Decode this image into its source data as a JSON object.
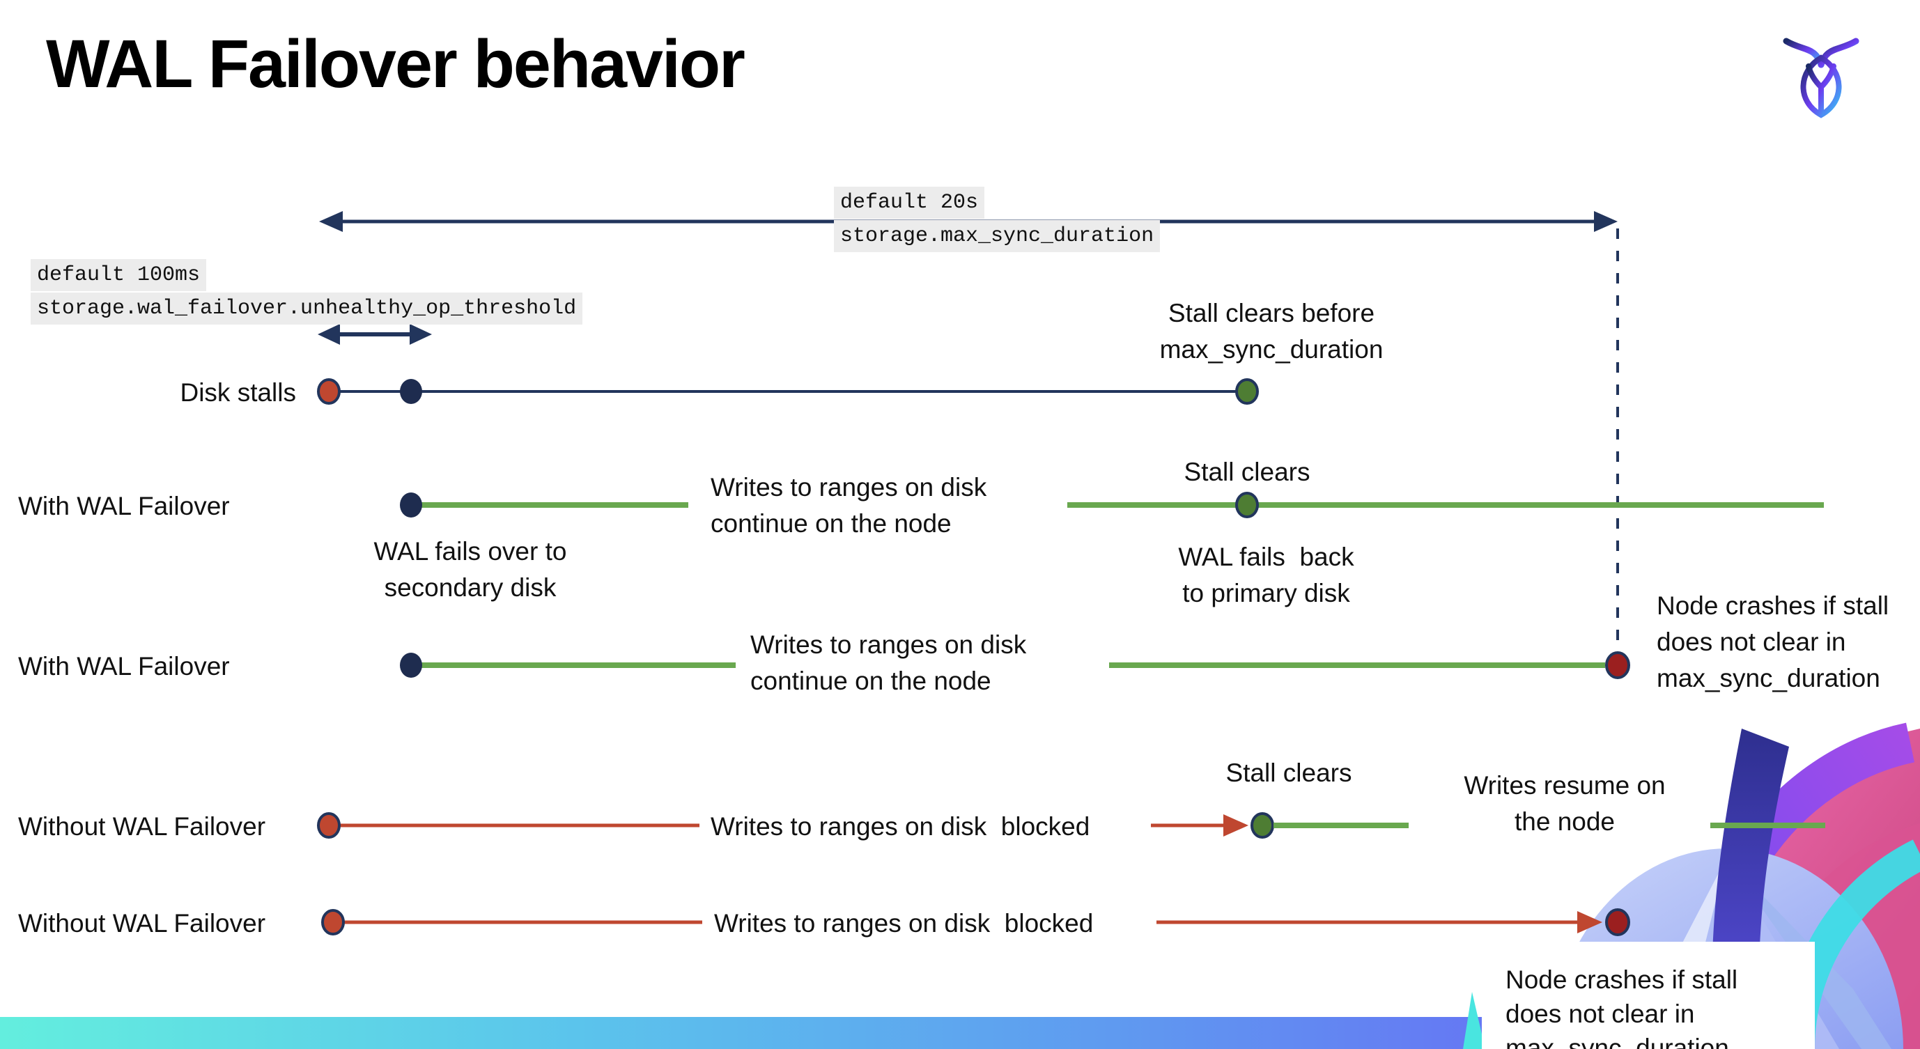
{
  "slide": {
    "title": "WAL Failover behavior"
  },
  "logo": {
    "name": "CockroachDB logo mark"
  },
  "colors": {
    "navy_line": "#22355C",
    "navy_dot": "#1E2C4F",
    "green_line": "#69A84F",
    "green_dot": "#4E7D33",
    "red_line": "#BF4730",
    "stall_dot_red": "#BF4730",
    "crash_dot_dark_red": "#9B1F1F",
    "code_background": "#ECECEC",
    "footer_gradient": [
      "#63EEDE",
      "#5BC4EC",
      "#5F9AF0",
      "#6673F4",
      "#7A57E6"
    ],
    "logo_gradient": [
      "#1B2A66",
      "#6C3DF0",
      "#35C8F5"
    ]
  },
  "annotations": {
    "max_sync_duration": {
      "default_label": "default 20s",
      "setting": "storage.max_sync_duration"
    },
    "unhealthy_op_threshold": {
      "default_label": "default 100ms",
      "setting": "storage.wal_failover.unhealthy_op_threshold"
    }
  },
  "rows": [
    {
      "label": "Disk stalls"
    },
    {
      "label": "With WAL Failover"
    },
    {
      "label": "With WAL Failover"
    },
    {
      "label": "Without WAL Failover"
    },
    {
      "label": "Without WAL Failover"
    }
  ],
  "labels": {
    "stall_clears_before": [
      "Stall clears before",
      "max_sync_duration"
    ],
    "stall_clears_row2": "Stall clears",
    "stall_clears_row4": "Stall clears",
    "wal_fails_over": [
      "WAL fails over to",
      "secondary disk"
    ],
    "wal_fails_back": [
      "WAL fails  back",
      "to primary disk"
    ],
    "writes_continue_row2": [
      "Writes to ranges on disk",
      "continue on the node"
    ],
    "writes_continue_row3": [
      "Writes to ranges on disk",
      "continue on the node"
    ],
    "writes_blocked_row4": "Writes to ranges on disk  blocked",
    "writes_blocked_row5": "Writes to ranges on disk  blocked",
    "writes_resume": [
      "Writes resume on",
      "the node"
    ],
    "node_crashes_row3": [
      "Node crashes if stall",
      "does not clear in",
      "max_sync_duration"
    ],
    "node_crashes_row5": [
      "Node crashes if stall",
      "does not clear in",
      "max_sync_duration"
    ]
  }
}
